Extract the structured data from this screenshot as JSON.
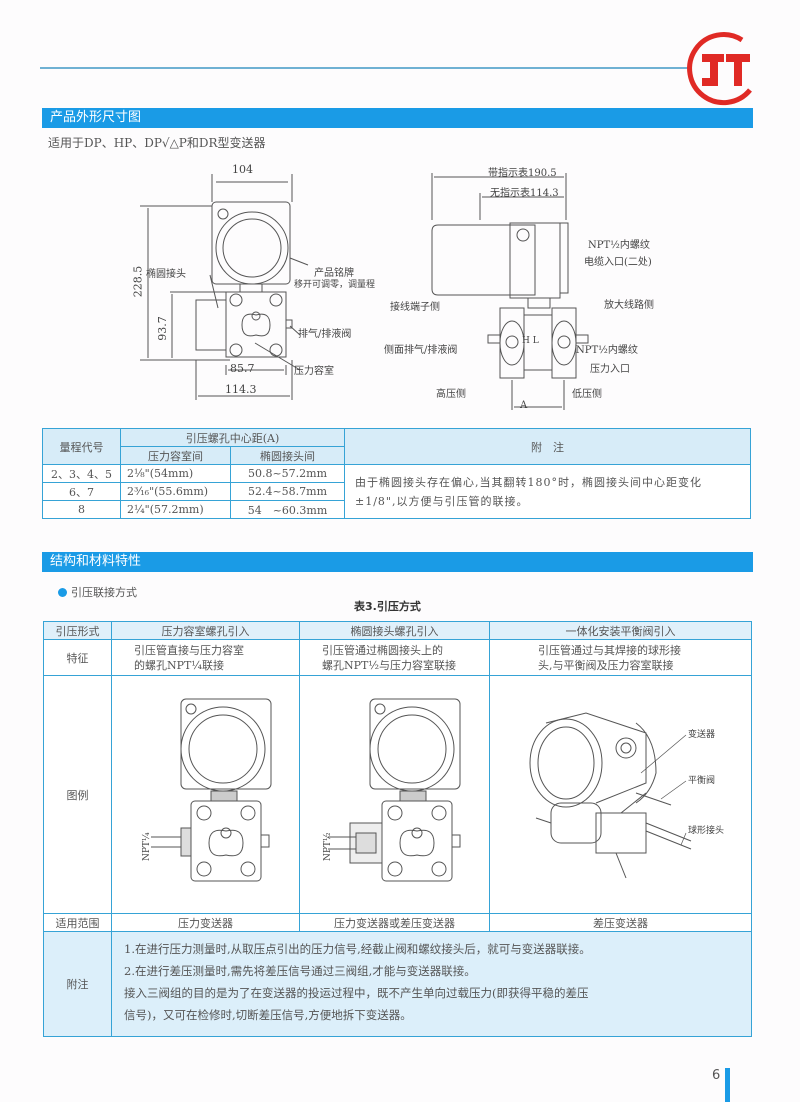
{
  "header": {
    "logo_text": "JT",
    "logo_color": "#e02a25",
    "accent_color": "#1a9be6"
  },
  "section1": {
    "title": "产品外形尺寸图",
    "subtitle": "适用于DP、HP、DP√△P和DR型变送器",
    "front_view": {
      "dim_width": "104",
      "dim_height_total": "228.5",
      "dim_height_body": "93.7",
      "dim_inner": "85.7",
      "dim_outer": "114.3",
      "label_oval_flange": "椭圆接头",
      "label_nameplate": "产品铭牌",
      "label_nameplate_sub": "移开可调零，调量程",
      "label_vent": "排气/排液阀",
      "label_chamber": "压力容室"
    },
    "side_view": {
      "dim_with_meter": "带指示表190.5",
      "dim_without_meter": "无指示表114.3",
      "label_cable_thread": "NPT½内螺纹",
      "label_cable_entry": "电缆入口(二处)",
      "label_terminal_side": "接线端子侧",
      "label_amplifier_side": "放大线路侧",
      "label_side_vent": "侧面排气/排液阀",
      "label_pressure_thread": "NPT½内螺纹",
      "label_pressure_inlet": "压力入口",
      "label_high": "高压侧",
      "label_low": "低压侧",
      "label_hl": "H L",
      "dim_a": "A"
    }
  },
  "table1": {
    "headers": {
      "range_code": "量程代号",
      "center_distance": "引压螺孔中心距(A)",
      "between_chambers": "压力容室间",
      "between_flanges": "椭圆接头间",
      "note": "附　注"
    },
    "rows": [
      {
        "code": "2、3、4、5",
        "chamber": "2⅛\"(54mm)",
        "flange": "50.8~57.2mm"
      },
      {
        "code": "6、7",
        "chamber": "2³⁄₁₆\"(55.6mm)",
        "flange": "52.4~58.7mm"
      },
      {
        "code": "8",
        "chamber": "2¼\"(57.2mm)",
        "flange": "54　~60.3mm"
      }
    ],
    "note_text": "由于椭圆接头存在偏心,当其翻转180°时，椭圆接头间中心距变化±1/8\",以方便与引压管的联接。"
  },
  "section2": {
    "title": "结构和材料特性",
    "bullet": "引压联接方式",
    "table_caption": "表3.引压方式"
  },
  "table2": {
    "row_labels": {
      "form": "引压形式",
      "feature": "特征",
      "figure": "图例",
      "scope": "适用范围",
      "notes": "附注"
    },
    "columns": [
      {
        "title": "压力容室螺孔引入",
        "feature_line1": "引压管直接与压力容室",
        "feature_line2": "的螺孔NPT¼联接",
        "figure_label": "NPT¼",
        "scope": "压力变送器"
      },
      {
        "title": "椭圆接头螺孔引入",
        "feature_line1": "引压管通过椭圆接头上的",
        "feature_line2": "螺孔NPT½与压力容室联接",
        "figure_label": "NPT½",
        "scope": "压力变送器或差压变送器"
      },
      {
        "title": "一体化安装平衡阀引入",
        "feature_line1": "引压管通过与其焊接的球形接",
        "feature_line2": "头,与平衡阀及压力容室联接",
        "figure_labels": [
          "变送器",
          "平衡阀",
          "球形接头"
        ],
        "scope": "差压变送器"
      }
    ],
    "notes": [
      "1.在进行压力测量时,从取压点引出的压力信号,经截止阀和螺纹接头后，就可与变送器联接。",
      "2.在进行差压测量时,需先将差压信号通过三阀组,才能与变送器联接。",
      "接入三阀组的目的是为了在变送器的投运过程中，既不产生单向过载压力(即获得平稳的差压",
      "信号)，又可在检修时,切断差压信号,方便地拆下变送器。"
    ]
  },
  "footer": {
    "page_number": "6"
  }
}
